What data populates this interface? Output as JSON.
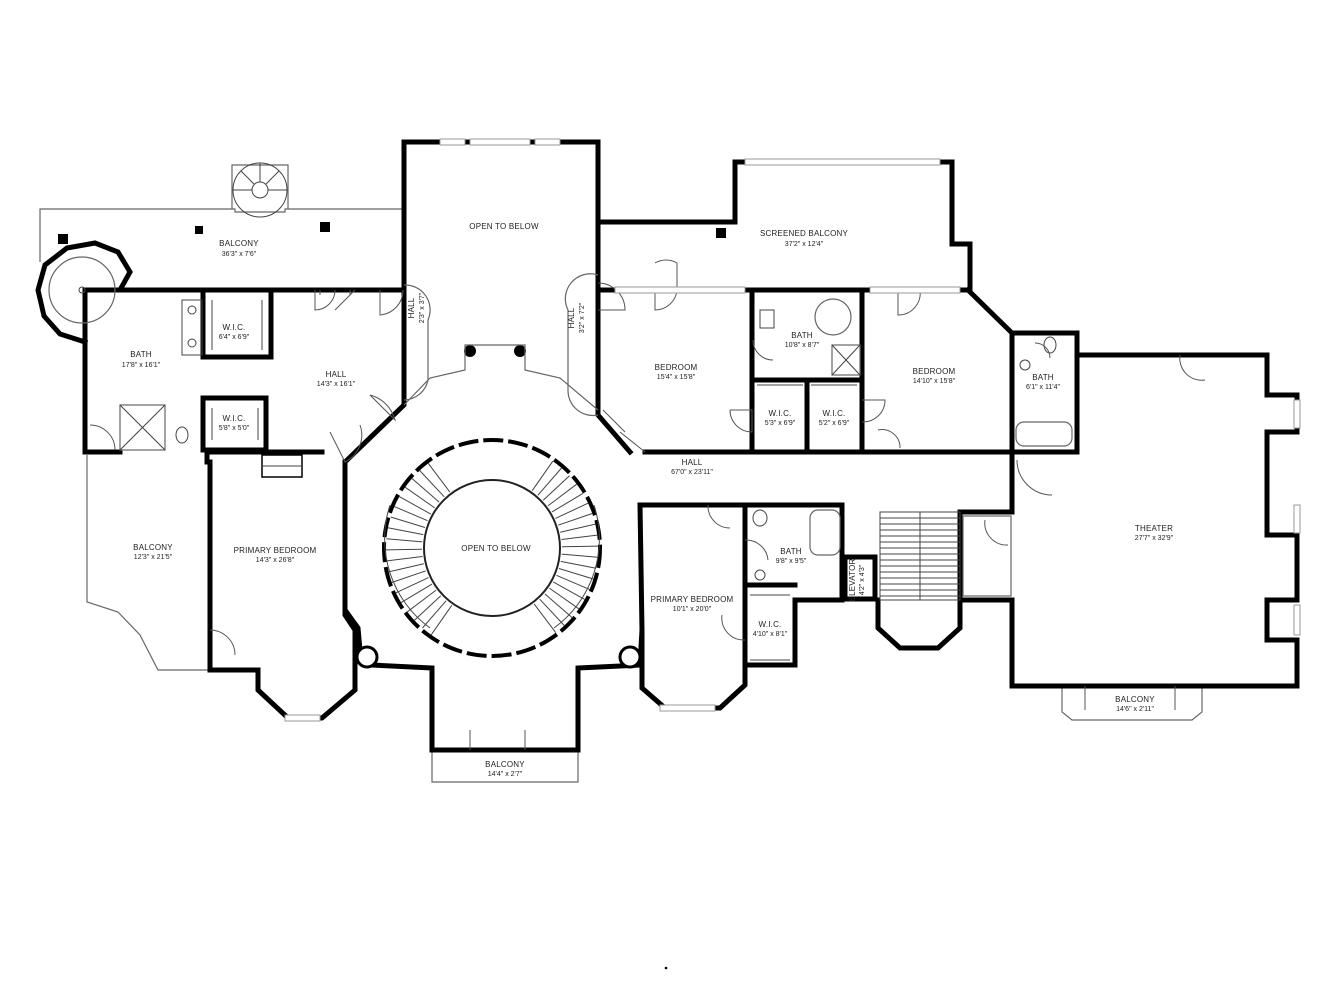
{
  "rooms": {
    "balcony_top": {
      "name": "BALCONY",
      "dims": "36'3\" x 7'6\""
    },
    "open_below_top": {
      "name": "OPEN TO BELOW"
    },
    "screened_balcony": {
      "name": "SCREENED BALCONY",
      "dims": "37'2\" x 12'4\""
    },
    "hall_small_left": {
      "name": "HALL",
      "dims": "2'3\" x 3'7\""
    },
    "hall_small_right": {
      "name": "HALL",
      "dims": "3'2\" x 7'2\""
    },
    "bath_left": {
      "name": "BATH",
      "dims": "17'8\" x 16'1\""
    },
    "wic_upper_left": {
      "name": "W.I.C.",
      "dims": "6'4\" x 6'9\""
    },
    "hall_left": {
      "name": "HALL",
      "dims": "14'3\" x 16'1\""
    },
    "wic_lower_left": {
      "name": "W.I.C.",
      "dims": "5'8\" x 5'0\""
    },
    "bedroom_mid": {
      "name": "BEDROOM",
      "dims": "15'4\" x 15'8\""
    },
    "bath_mid": {
      "name": "BATH",
      "dims": "10'8\" x 8'7\""
    },
    "bedroom_right": {
      "name": "BEDROOM",
      "dims": "14'10\" x 15'8\""
    },
    "bath_small_right": {
      "name": "BATH",
      "dims": "6'1\" x 11'4\""
    },
    "wic_mid_a": {
      "name": "W.I.C.",
      "dims": "5'3\" x 6'9\""
    },
    "wic_mid_b": {
      "name": "W.I.C.",
      "dims": "5'2\" x 6'9\""
    },
    "hall_main": {
      "name": "HALL",
      "dims": "67'0\" x 23'11\""
    },
    "balcony_left": {
      "name": "BALCONY",
      "dims": "12'3\" x 21'5\""
    },
    "primary_bedroom_left": {
      "name": "PRIMARY BEDROOM",
      "dims": "14'3\" x 26'8\""
    },
    "open_below_center": {
      "name": "OPEN TO BELOW"
    },
    "primary_bedroom_mid": {
      "name": "PRIMARY BEDROOM",
      "dims": "10'1\" x 20'0\""
    },
    "bath_lower_mid": {
      "name": "BATH",
      "dims": "9'8\" x 9'5\""
    },
    "wic_lower_mid": {
      "name": "W.I.C.",
      "dims": "4'10\" x 8'1\""
    },
    "elevator": {
      "name": "ELEVATOR",
      "dims": "4'2\" x 4'3\""
    },
    "theater": {
      "name": "THEATER",
      "dims": "27'7\" x 32'9\""
    },
    "balcony_right": {
      "name": "BALCONY",
      "dims": "14'6\" x 2'11\""
    },
    "balcony_bottom": {
      "name": "BALCONY",
      "dims": "14'4\" x 2'7\""
    }
  }
}
